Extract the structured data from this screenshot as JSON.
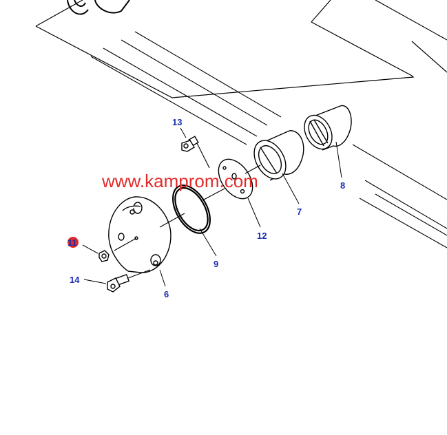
{
  "watermark": {
    "text": "www.kamprom.com",
    "color": "#e32a2a"
  },
  "colors": {
    "callout": "#1a2fae",
    "line": "#000000",
    "highlight": "#e32a2a"
  },
  "callouts": {
    "c6": "6",
    "c7": "7",
    "c8": "8",
    "c9": "9",
    "c11": "11",
    "c12": "12",
    "c13": "13",
    "c14": "14"
  }
}
